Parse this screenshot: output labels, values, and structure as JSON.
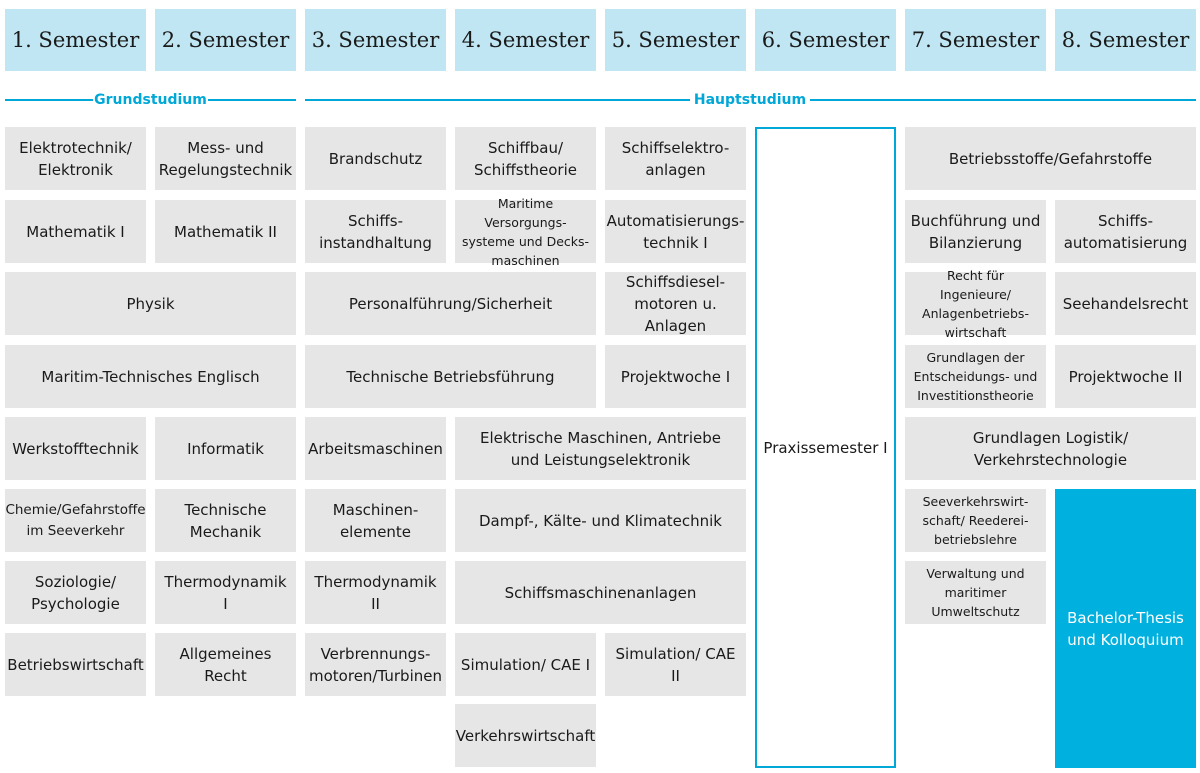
{
  "semesters": [
    "1. Semester",
    "2. Semester",
    "3. Semester",
    "4. Semester",
    "5. Semester",
    "6. Semester",
    "7. Semester",
    "8. Semester"
  ],
  "phases": {
    "grund": "Grundstudium",
    "haupt": "Hauptstudium"
  },
  "modules": {
    "elektrotechnik": "Elektrotechnik/\nElektronik",
    "messregel": "Mess- und\nRegelungstechnik",
    "brandschutz": "Brandschutz",
    "schiffbau": "Schiffbau/\nSchiffstheorie",
    "schiffselektro": "Schiffselektro-\nanlagen",
    "praxis": "Praxissemester I",
    "betriebsstoffe": "Betriebsstoffe/Gefahrstoffe",
    "mathe1": "Mathematik I",
    "mathe2": "Mathematik II",
    "instandhaltung": "Schiffs-\ninstandhaltung",
    "versorgung": "Maritime Versorgungs-\nsysteme und Decks-\nmaschinen",
    "automatisierung1": "Automatisierungs-\ntechnik I",
    "buchfuehrung": "Buchführung und\nBilanzierung",
    "schiffsautomatisierung": "Schiffs-\nautomatisierung",
    "physik": "Physik",
    "personal": "Personalführung/Sicherheit",
    "diesel": "Schiffsdiesel-\nmotoren u. Anlagen",
    "recht_ing": "Recht für Ingenieure/\nAnlagenbetriebs-\nwirtschaft",
    "seehandel": "Seehandelsrecht",
    "englisch": "Maritim-Technisches Englisch",
    "betriebsfuehrung": "Technische Betriebsführung",
    "projekt1": "Projektwoche I",
    "entscheidung": "Grundlagen der\nEntscheidungs- und\nInvestitionstheorie",
    "projekt2": "Projektwoche II",
    "werkstoff": "Werkstofftechnik",
    "informatik": "Informatik",
    "arbeitsmaschinen": "Arbeitsmaschinen",
    "elmaschinen": "Elektrische Maschinen, Antriebe\nund Leistungselektronik",
    "logistik": "Grundlagen Logistik/\nVerkehrstechnologie",
    "chemie": "Chemie/Gefahrstoffe\nim Seeverkehr",
    "mechanik": "Technische\nMechanik",
    "maschinenelemente": "Maschinen-\nelemente",
    "dampf": "Dampf-, Kälte- und Klimatechnik",
    "seeverkehr": "Seeverkehrswirt-\nschaft/ Reederei-\nbetriebslehre",
    "thesis": "Bachelor-Thesis\nund Kolloquium",
    "soziologie": "Soziologie/\nPsychologie",
    "thermo1": "Thermodynamik I",
    "thermo2": "Thermodynamik II",
    "schiffsmaschinen": "Schiffsmaschinenanlagen",
    "umweltschutz": "Verwaltung und\nmaritimer\nUmweltschutz",
    "bwl": "Betriebswirtschaft",
    "recht": "Allgemeines Recht",
    "verbrennung": "Verbrennungs-\nmotoren/Turbinen",
    "sim1": "Simulation/ CAE I",
    "sim2": "Simulation/ CAE II",
    "verkehrswirtschaft": "Verkehrswirtschaft"
  },
  "colors": {
    "header": "#bfe6f2",
    "cell": "#e6e6e6",
    "accent": "#00b0de",
    "line": "#00a8d8"
  }
}
